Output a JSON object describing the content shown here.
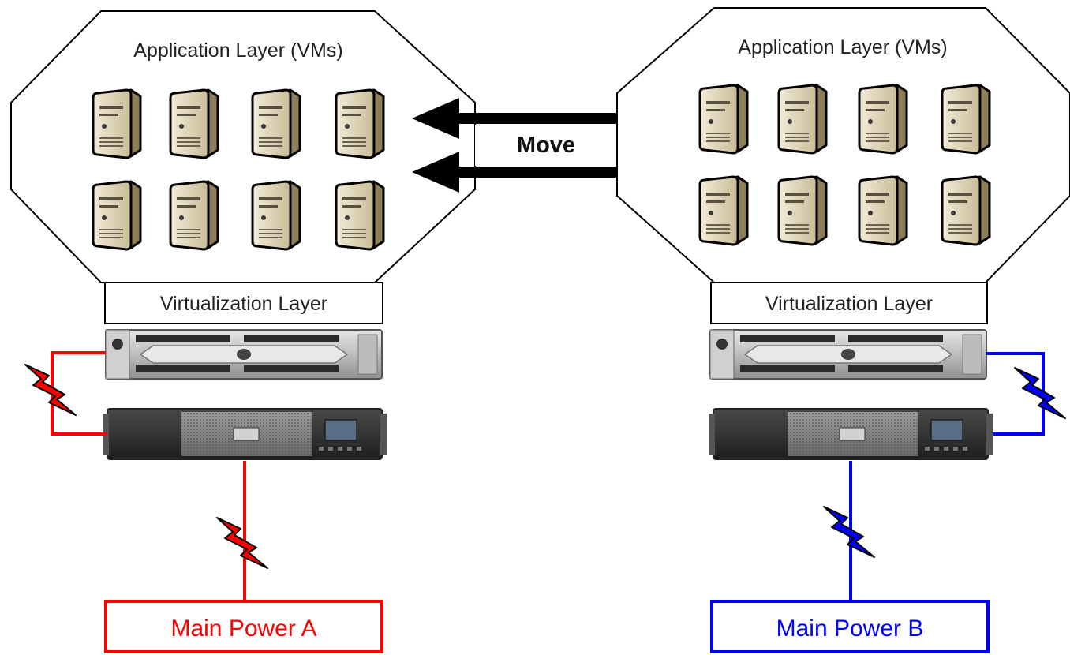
{
  "left_site": {
    "app_layer_label": "Application Layer (VMs)",
    "virt_layer_label": "Virtualization Layer",
    "main_power_label": "Main Power A",
    "vm_count": 8
  },
  "right_site": {
    "app_layer_label": "Application Layer (VMs)",
    "virt_layer_label": "Virtualization Layer",
    "main_power_label": "Main Power B",
    "vm_count": 8
  },
  "move_label": "Move",
  "colors": {
    "power_a": "#ff0000",
    "power_b": "#0000ff",
    "outline": "#000000",
    "server_tan": "#d8ccb0",
    "rack_silver": "#c8c8c8",
    "ups_dark": "#3a3a3a"
  }
}
